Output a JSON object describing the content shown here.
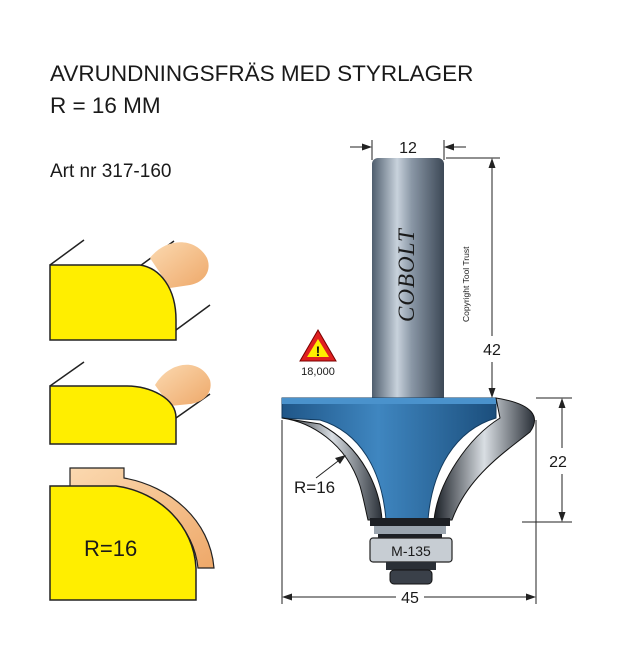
{
  "header": {
    "title_line1": "AVRUNDNINGSFRÄS MED STYRLAGER",
    "title_line2": "R = 16 MM",
    "article": "Art nr 317-160"
  },
  "profile": {
    "radius_label": "R=16"
  },
  "tool": {
    "brand": "COBOLT",
    "copyright": "Copyright Tool Trust",
    "bearing_label": "M-135",
    "max_rpm": "18,000",
    "radius_label": "R=16"
  },
  "dimensions": {
    "shank_diameter": "12",
    "shank_length": "42",
    "cutting_height": "22",
    "cutting_diameter": "45"
  },
  "colors": {
    "yellow": "#ffee00",
    "peach": "#f5c58c",
    "blue": "#2d6fa8",
    "steel": "#5b6a7a",
    "warning_red": "#e02020"
  }
}
